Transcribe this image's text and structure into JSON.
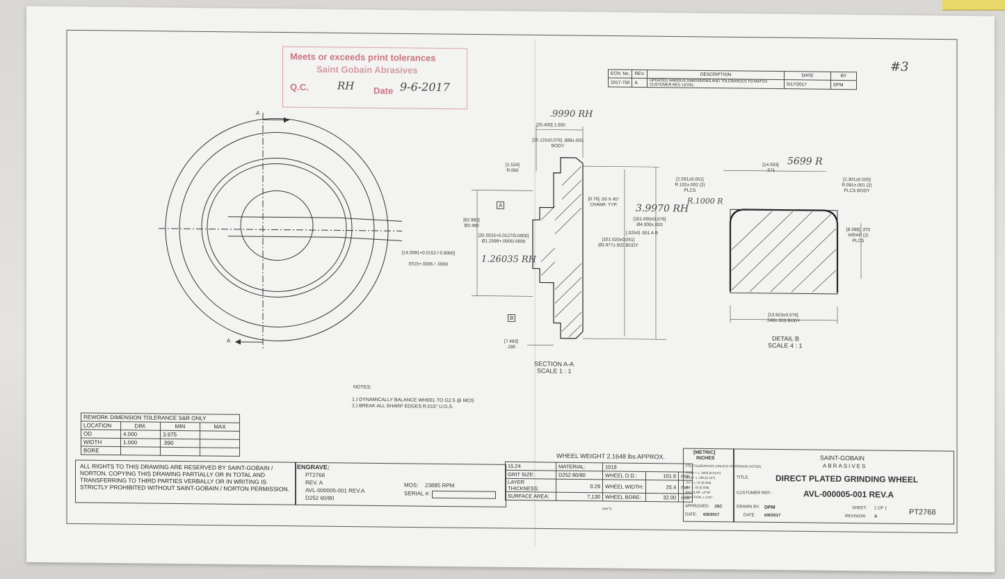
{
  "stamp": {
    "line1": "Meets or exceeds print tolerances",
    "line2": "Saint Gobain Abrasives",
    "qc_label": "Q.C.",
    "qc_value": "RH",
    "date_label": "Date",
    "date_value": "9-6-2017"
  },
  "sheet_mark": "#3",
  "revision_table": {
    "headers": [
      "ECN: No.",
      "REV.",
      "DESCRIPTION",
      "DATE",
      "BY"
    ],
    "row": [
      "2017-750",
      "A",
      "UPDATED VARIOUS DIMENSIONS AND TOLERANCES TO MATCH CUSTOMER REV. LEVEL",
      "5/17/2017",
      "DPM"
    ]
  },
  "front_view": {
    "section_label": "A",
    "bore_dim_1": "[14.0081+0.0152 / 0.0000]",
    "bore_dim_2": ".5515+.0006 / .0000"
  },
  "section": {
    "title": "SECTION A-A",
    "scale": "SCALE 1 : 1",
    "dims": {
      "top_width": "[25.400] 1.000",
      "body_width": "[25.110±0.076] .989±.003 BODY",
      "radius": "[1.524] R.060",
      "od_left": "[62.992] Ø2.480",
      "bore": "[32.0015+0.0127/0.0000] Ø1.2599+.0005/.0000",
      "chamfer": "[0.76] .03 X 45° CHAMF. TYP.",
      "od_tol": "[101.600±0.076] Ø4.000±.003",
      "runout": "[.0254] .001 A B",
      "body_dia": "[101.020±0.051] Ø3.977±.002 BODY",
      "hub": "[7.493] .295",
      "datum_a": "A",
      "datum_b": "B"
    },
    "handwritten": {
      "top": ".9990 RH",
      "right": "3.9970 RH",
      "bore": "1.26035 RH"
    }
  },
  "detail": {
    "title": "DETAIL B",
    "scale": "SCALE 4 : 1",
    "dims": {
      "width": "[14.503] .571",
      "corner": "[2.591±0.051] R.102±.002 (2) PLCS",
      "corner_right": "[2.301±0.025] R.091±.001 (2) PLCS BODY",
      "wrap": "[9.398] .370 WRAP (2) PLCS",
      "bottom": "[13.923±0.076] .548±.003 BODY"
    },
    "handwritten": {
      "top": "5699 R",
      "left": "R.1000 R"
    }
  },
  "notes": {
    "heading": "NOTES:",
    "items": [
      "1.) DYNAMICALLY BALANCE WHEEL TO G2.5 @ MOS",
      "2.) BREAK ALL SHARP EDGES R.015\" U.O.S."
    ]
  },
  "rework": {
    "title": "REWORK DIMENSION TOLERANCE S&R ONLY",
    "headers": [
      "LOCATION",
      "DIM.",
      "MIN",
      "MAX"
    ],
    "rows": [
      [
        "OD",
        "4.000",
        "3.975",
        ""
      ],
      [
        "WIDTH",
        "1.000",
        ".990",
        ""
      ],
      [
        "BORE",
        "",
        "",
        ""
      ]
    ]
  },
  "rights": "ALL RIGHTS TO THIS DRAWING ARE RESERVED BY SAINT-GOBAIN / NORTON. COPYING THIS DRAWING PARTIALLY OR IN TOTAL AND TRANSFERRING TO THIRD PARTIES VERBALLY OR IN WRITING IS STRICTLY PROHIBITED WITHOUT SAINT-GOBAIN / NORTON PERMISSION.",
  "engrave": {
    "label": "ENGRAVE:",
    "lines": [
      "PT2768",
      "REV. A",
      "AVL-000005-001 REV.A",
      "D252 60/80"
    ],
    "mos_label": "MOS:",
    "mos_value": "23885 RPM",
    "serial_label": "SERIAL #:"
  },
  "spec": {
    "weight": "WHEEL WEIGHT  2.1648 lbs APPROX.",
    "code": "15.24",
    "material_label": "MATERIAL:",
    "material": "1018",
    "grit_label": "GRIT SIZE:",
    "grit": "D252 60/80",
    "od_label": "WHEEL O.D.:",
    "od": "101.6",
    "layer_label": "LAYER THICKNESS:",
    "layer": "0.29",
    "width_label": "WHEEL WIDTH:",
    "width": "25.4",
    "area_label": "SURFACE AREA:",
    "area": "7,130",
    "bore_label": "WHEEL BORE:",
    "bore": "32.00",
    "unit_mm": "mm",
    "unit_mm2": "mm^2"
  },
  "units": {
    "metric": "[METRIC]",
    "inches": "INCHES",
    "tol_title": "STD. TOLERANCES (UNLESS OTHERWISE NOTED)",
    "tol_lines": [
      ".XXXX = ± .0005 [0.0127]",
      ".XXX = ± .005 [0.127]",
      ".XX = ± .01 [0.254]",
      ".X = ± .02 [0.508]",
      "ANGULAR: ±0°30'",
      "FRACTION: ± 1/32\""
    ]
  },
  "title_block": {
    "company": "SAINT-GOBAIN",
    "sub": "ABRASIVES",
    "title_label": "TITLE:",
    "title": "DIRECT PLATED GRINDING WHEEL",
    "customer_label": "CUSTOMER REF.:",
    "customer": "AVL-000005-001 REV.A",
    "approved_label": "APPROVED:",
    "approved": "JSC",
    "drawn_label": "DRAWN BY:",
    "drawn": "DPM",
    "sheet_label": "SHEET:",
    "sheet": "1 OF 1",
    "date_label": "DATE:",
    "date1": "6/8/2017",
    "date2": "6/8/2017",
    "revision_label": "REVISION:",
    "revision": "A",
    "part": "PT2768"
  }
}
